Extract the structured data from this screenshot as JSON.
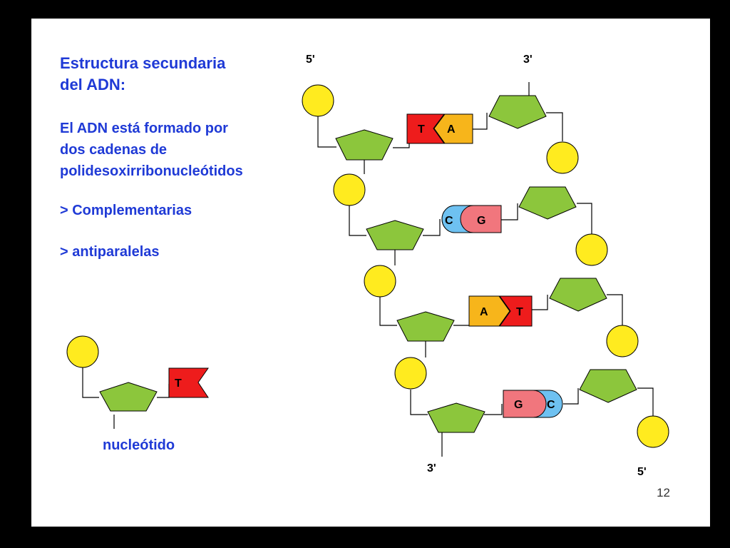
{
  "title": [
    "Estructura secundaria",
    "del ADN:"
  ],
  "description": [
    "El ADN está formado por",
    "dos cadenas de",
    "polidesoxirribonucleótidos"
  ],
  "bullets": [
    "> Complementarias",
    "> antiparalelas"
  ],
  "nucleotide_label": "nucleótido",
  "nucleotide_base": "T",
  "strand_ends": {
    "left_top": "5'",
    "right_top": "3'",
    "left_bottom": "3'",
    "right_bottom": "5'"
  },
  "base_pairs": [
    {
      "left": "T",
      "right": "A"
    },
    {
      "left": "C",
      "right": "G"
    },
    {
      "left": "A",
      "right": "T"
    },
    {
      "left": "G",
      "right": "C"
    }
  ],
  "slide_number": "12",
  "colors": {
    "phosphate": "#ffeb1f",
    "sugar": "#8cc63c",
    "T": "#ee1c1c",
    "A": "#f7b51b",
    "C": "#6ec1f1",
    "G": "#f1767d",
    "text": "#1f3ad6"
  }
}
